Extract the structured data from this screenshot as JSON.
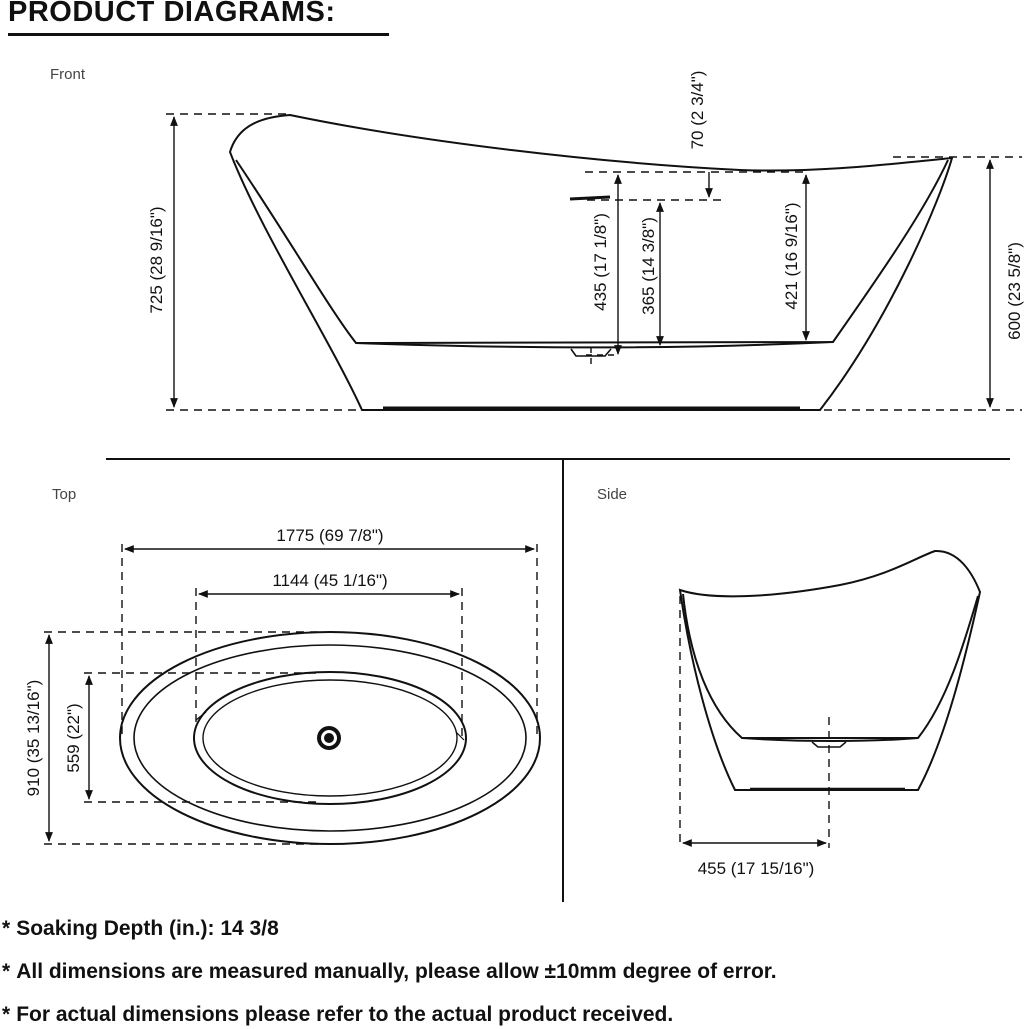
{
  "header": {
    "title": "PRODUCT DIAGRAMS:"
  },
  "views": {
    "front": "Front",
    "top": "Top",
    "side": "Side"
  },
  "front_dims": {
    "overall_height": "725 (28 9/16\")",
    "overflow_offset": "70 (2 3/4\")",
    "drain_to_rim": "435 (17 1/8\")",
    "water_depth": "365 (14 3/8\")",
    "interior_depth": "421 (16 9/16\")",
    "foot_height": "600 (23 5/8\")"
  },
  "top_dims": {
    "overall_length": "1775 (69 7/8\")",
    "interior_length": "1144 (45 1/16\")",
    "overall_width": "910 (35 13/16\")",
    "interior_width": "559 (22\")"
  },
  "side_dims": {
    "drain_offset": "455 (17 15/16\")"
  },
  "notes": {
    "soaking_label": "Soaking Depth (in.):",
    "soaking_value": "14 3/8",
    "error_note": "All dimensions are measured manually, please allow ±10mm degree of error.",
    "actual_note": "For actual dimensions please refer to the actual product received."
  }
}
